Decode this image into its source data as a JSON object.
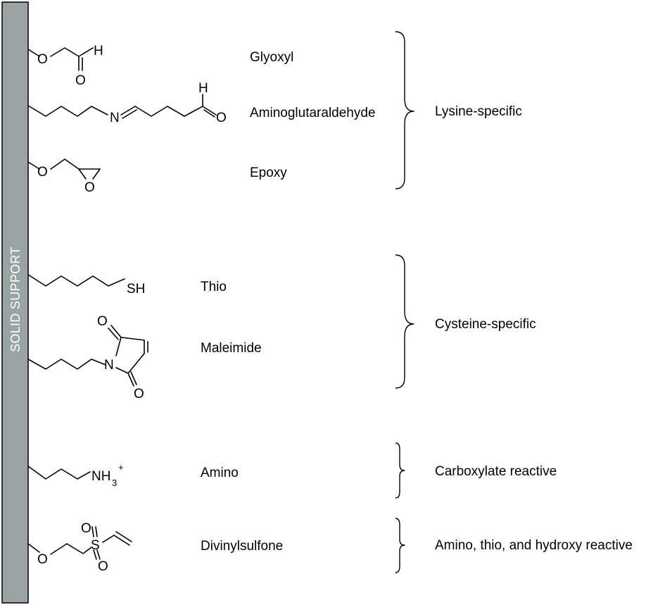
{
  "support": {
    "label": "SOLID SUPPORT",
    "fill": "#9aa5a3"
  },
  "atoms": {
    "O": "O",
    "H": "H",
    "N": "N",
    "S": "S",
    "SH": "SH",
    "NH": "NH",
    "sub3": "3",
    "plus": "+"
  },
  "entries": [
    {
      "name": "Glyoxyl"
    },
    {
      "name": "Aminoglutaraldehyde"
    },
    {
      "name": "Epoxy"
    },
    {
      "name": "Thio"
    },
    {
      "name": "Maleimide"
    },
    {
      "name": "Amino"
    },
    {
      "name": "Divinylsulfone"
    }
  ],
  "groups": [
    {
      "label": "Lysine-specific"
    },
    {
      "label": "Cysteine-specific"
    },
    {
      "label": "Carboxylate reactive"
    },
    {
      "label": "Amino, thio, and hydroxy reactive"
    }
  ]
}
